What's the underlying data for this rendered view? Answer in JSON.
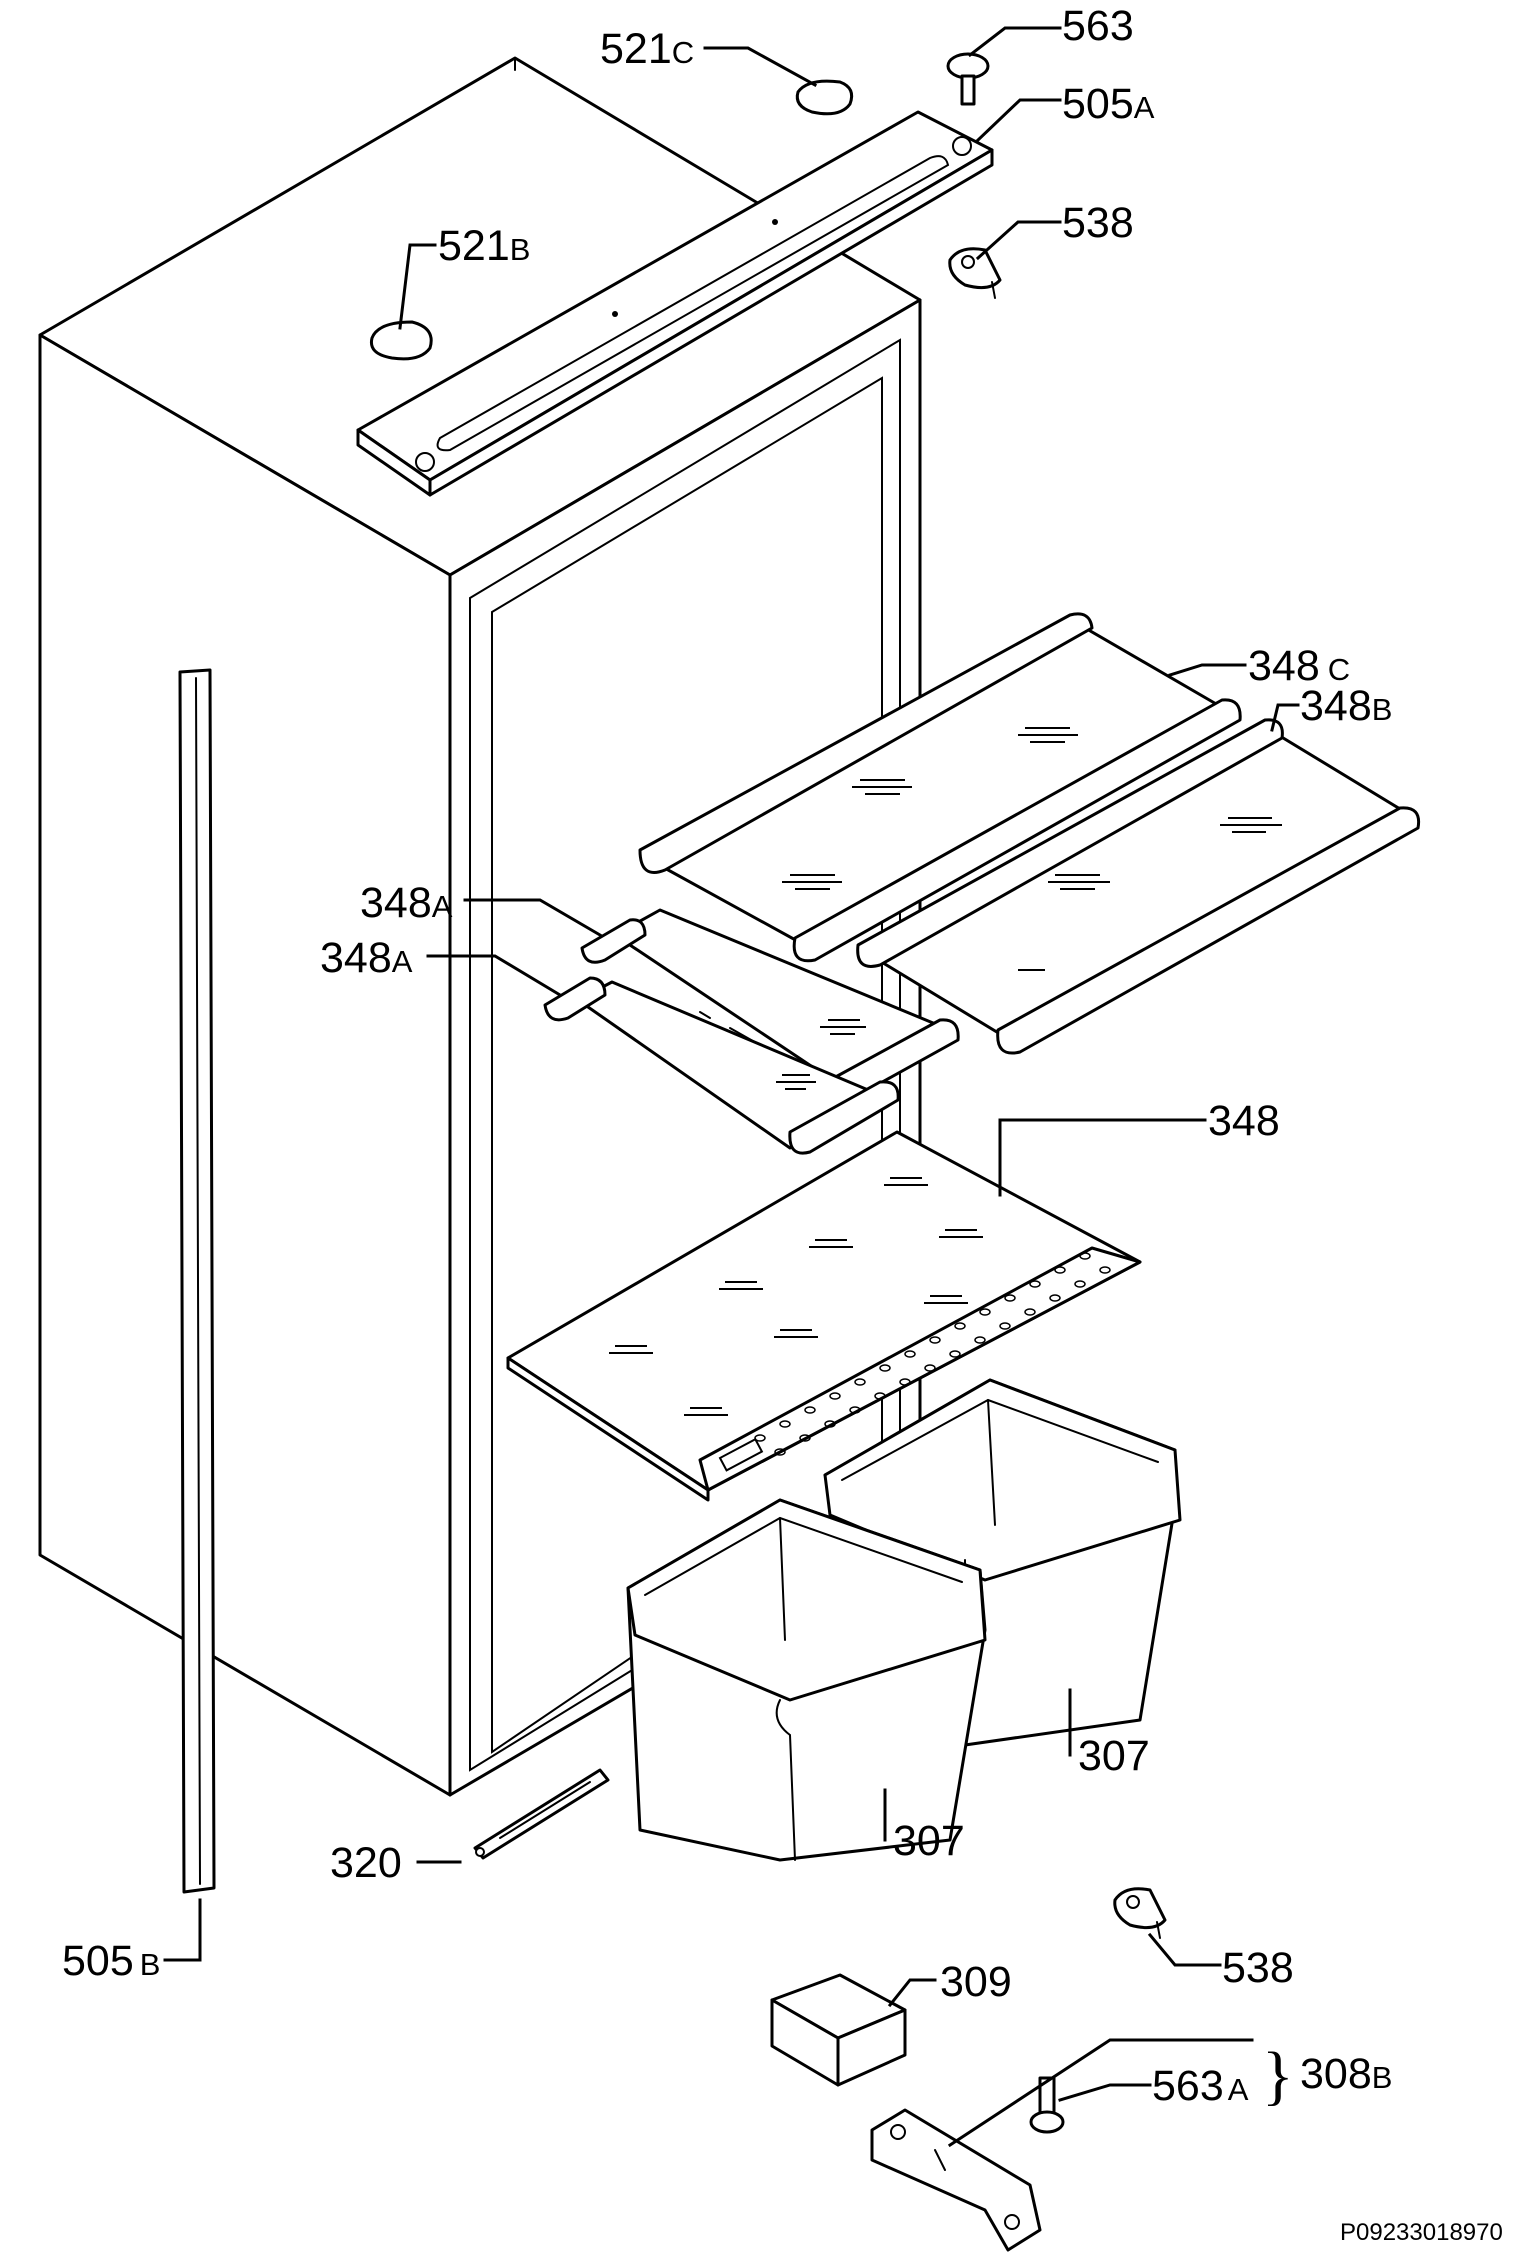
{
  "drawing_code": "P09233018970",
  "labels": {
    "l521C": {
      "num": "521",
      "suf": "C"
    },
    "l563": {
      "num": "563",
      "suf": ""
    },
    "l505A": {
      "num": "505",
      "suf": "A"
    },
    "l521B": {
      "num": "521",
      "suf": "B"
    },
    "l538a": {
      "num": "538",
      "suf": ""
    },
    "l348C": {
      "num": "348",
      "suf": "C"
    },
    "l348B": {
      "num": "348",
      "suf": "B"
    },
    "l348A1": {
      "num": "348",
      "suf": "A"
    },
    "l348A2": {
      "num": "348",
      "suf": "A"
    },
    "l348": {
      "num": "348",
      "suf": ""
    },
    "l307a": {
      "num": "307",
      "suf": ""
    },
    "l307b": {
      "num": "307",
      "suf": ""
    },
    "l320": {
      "num": "320",
      "suf": ""
    },
    "l505B": {
      "num": "505",
      "suf": "B"
    },
    "l538b": {
      "num": "538",
      "suf": ""
    },
    "l309": {
      "num": "309",
      "suf": ""
    },
    "l308B": {
      "num": "308",
      "suf": "B"
    },
    "l563A": {
      "num": "563",
      "suf": "A"
    }
  },
  "brace_glyph": "}"
}
